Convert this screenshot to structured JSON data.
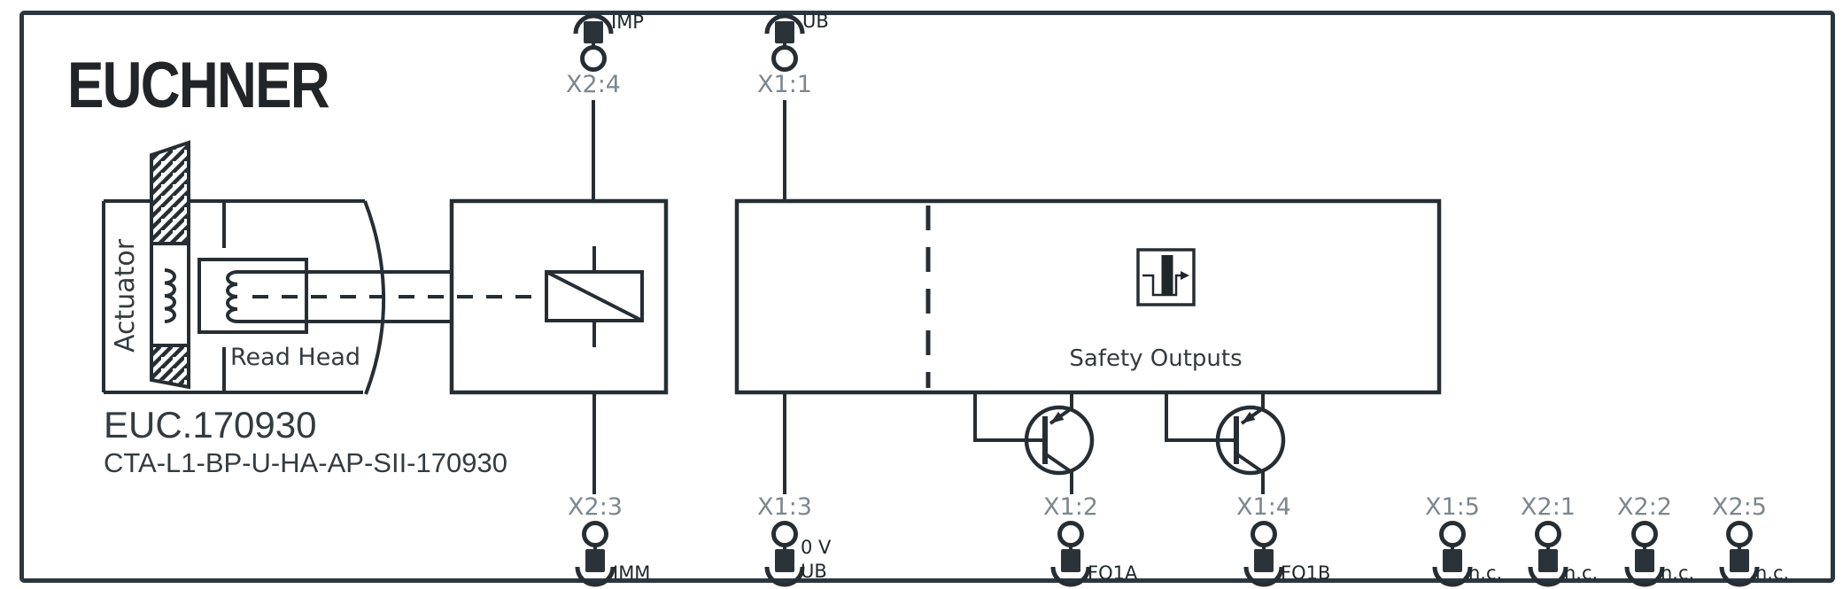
{
  "brand": {
    "logo_text": "EUCHNER"
  },
  "device": {
    "id": "EUC.170930",
    "model": "CTA-L1-BP-U-HA-AP-SII-170930"
  },
  "labels": {
    "actuator": "Actuator",
    "read_head": "Read Head",
    "safety_outputs": "Safety Outputs"
  },
  "icons": {
    "safety_outputs_icon": "ossd-pulse-icon",
    "relay_symbol": "coil-with-diagonal",
    "transistor_symbol": "pnp-output-transistor",
    "connector_symbol": "plug-socket-terminal"
  },
  "terminals": {
    "top": [
      {
        "id": "X2:4",
        "signal": "IMP"
      },
      {
        "id": "X1:1",
        "signal": "UB"
      }
    ],
    "bottom": [
      {
        "id": "X2:3",
        "signal": "IMM"
      },
      {
        "id": "X1:3",
        "signal_line1": "0 V",
        "signal_line2": "UB"
      },
      {
        "id": "X1:2",
        "signal": "FO1A"
      },
      {
        "id": "X1:4",
        "signal": "FO1B"
      },
      {
        "id": "X1:5",
        "signal": "n.c."
      },
      {
        "id": "X2:1",
        "signal": "n.c."
      },
      {
        "id": "X2:2",
        "signal": "n.c."
      },
      {
        "id": "X2:5",
        "signal": "n.c."
      }
    ]
  },
  "colors": {
    "background": "#ffffff",
    "line": "#272e33",
    "border": "#2c363e",
    "terminal_label": "#7d878d",
    "signal_label": "#20282c",
    "caption": "#333b40",
    "logo": "#212528"
  }
}
